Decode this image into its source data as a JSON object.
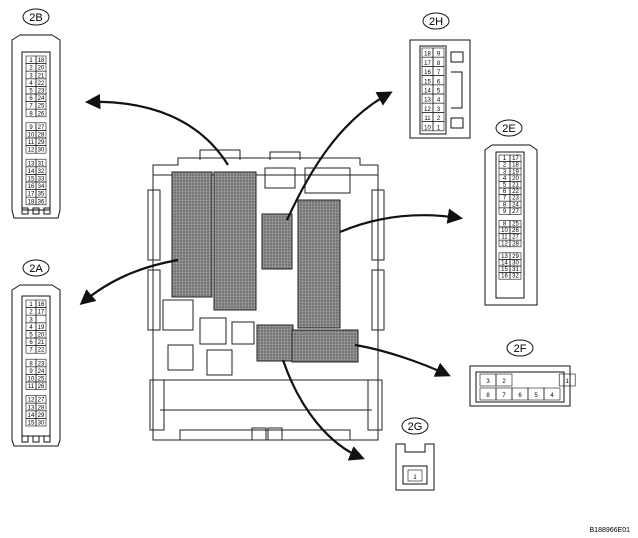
{
  "connectors": {
    "c2B": {
      "label": "2B",
      "pins": [
        [
          "1",
          "18"
        ],
        [
          "2",
          "20"
        ],
        [
          "3",
          "21"
        ],
        [
          "4",
          "22"
        ],
        [
          "5",
          "23"
        ],
        [
          "6",
          "24"
        ],
        [
          "7",
          "25"
        ],
        [
          "8",
          "26"
        ],
        [
          "9",
          "27"
        ],
        [
          "10",
          "28"
        ],
        [
          "11",
          "29"
        ],
        [
          "12",
          "30"
        ],
        [
          "13",
          "31"
        ],
        [
          "14",
          "32"
        ],
        [
          "15",
          "33"
        ],
        [
          "16",
          "34"
        ],
        [
          "17",
          "35"
        ],
        [
          "18",
          "36"
        ]
      ]
    },
    "c2A": {
      "label": "2A",
      "pins": [
        [
          "1",
          "16"
        ],
        [
          "2",
          "17"
        ],
        [
          "3",
          ""
        ],
        [
          "4",
          "19"
        ],
        [
          "5",
          "20"
        ],
        [
          "6",
          "21"
        ],
        [
          "7",
          "22"
        ],
        [
          "8",
          "23"
        ],
        [
          "9",
          "24"
        ],
        [
          "10",
          "25"
        ],
        [
          "11",
          "26"
        ],
        [
          "12",
          "27"
        ],
        [
          "13",
          "28"
        ],
        [
          "14",
          "29"
        ],
        [
          "15",
          "30"
        ]
      ]
    },
    "c2H": {
      "label": "2H",
      "pins": [
        [
          "18",
          "9"
        ],
        [
          "17",
          "8"
        ],
        [
          "16",
          "7"
        ],
        [
          "15",
          "6"
        ],
        [
          "14",
          "5"
        ],
        [
          "13",
          "4"
        ],
        [
          "12",
          "3"
        ],
        [
          "11",
          "2"
        ],
        [
          "10",
          "1"
        ]
      ]
    },
    "c2E": {
      "label": "2E",
      "pins": [
        [
          "1",
          "17"
        ],
        [
          "2",
          "18"
        ],
        [
          "3",
          "19"
        ],
        [
          "4",
          "20"
        ],
        [
          "5",
          "21"
        ],
        [
          "6",
          "22"
        ],
        [
          "7",
          "23"
        ],
        [
          "8",
          "24"
        ],
        [
          "9",
          "27"
        ],
        [
          "8",
          "25"
        ],
        [
          "10",
          "26"
        ],
        [
          "11",
          "27"
        ],
        [
          "12",
          "28"
        ],
        [
          "13",
          "29"
        ],
        [
          "14",
          "30"
        ],
        [
          "15",
          "31"
        ],
        [
          "16",
          "32"
        ]
      ]
    },
    "c2F": {
      "label": "2F",
      "top_row": [
        "3",
        "2",
        "",
        "1"
      ],
      "bottom_row": [
        "8",
        "7",
        "6",
        "5",
        "4"
      ]
    },
    "c2G": {
      "label": "2G",
      "pins": [
        "1"
      ]
    }
  },
  "footer_code": "B188966E01"
}
